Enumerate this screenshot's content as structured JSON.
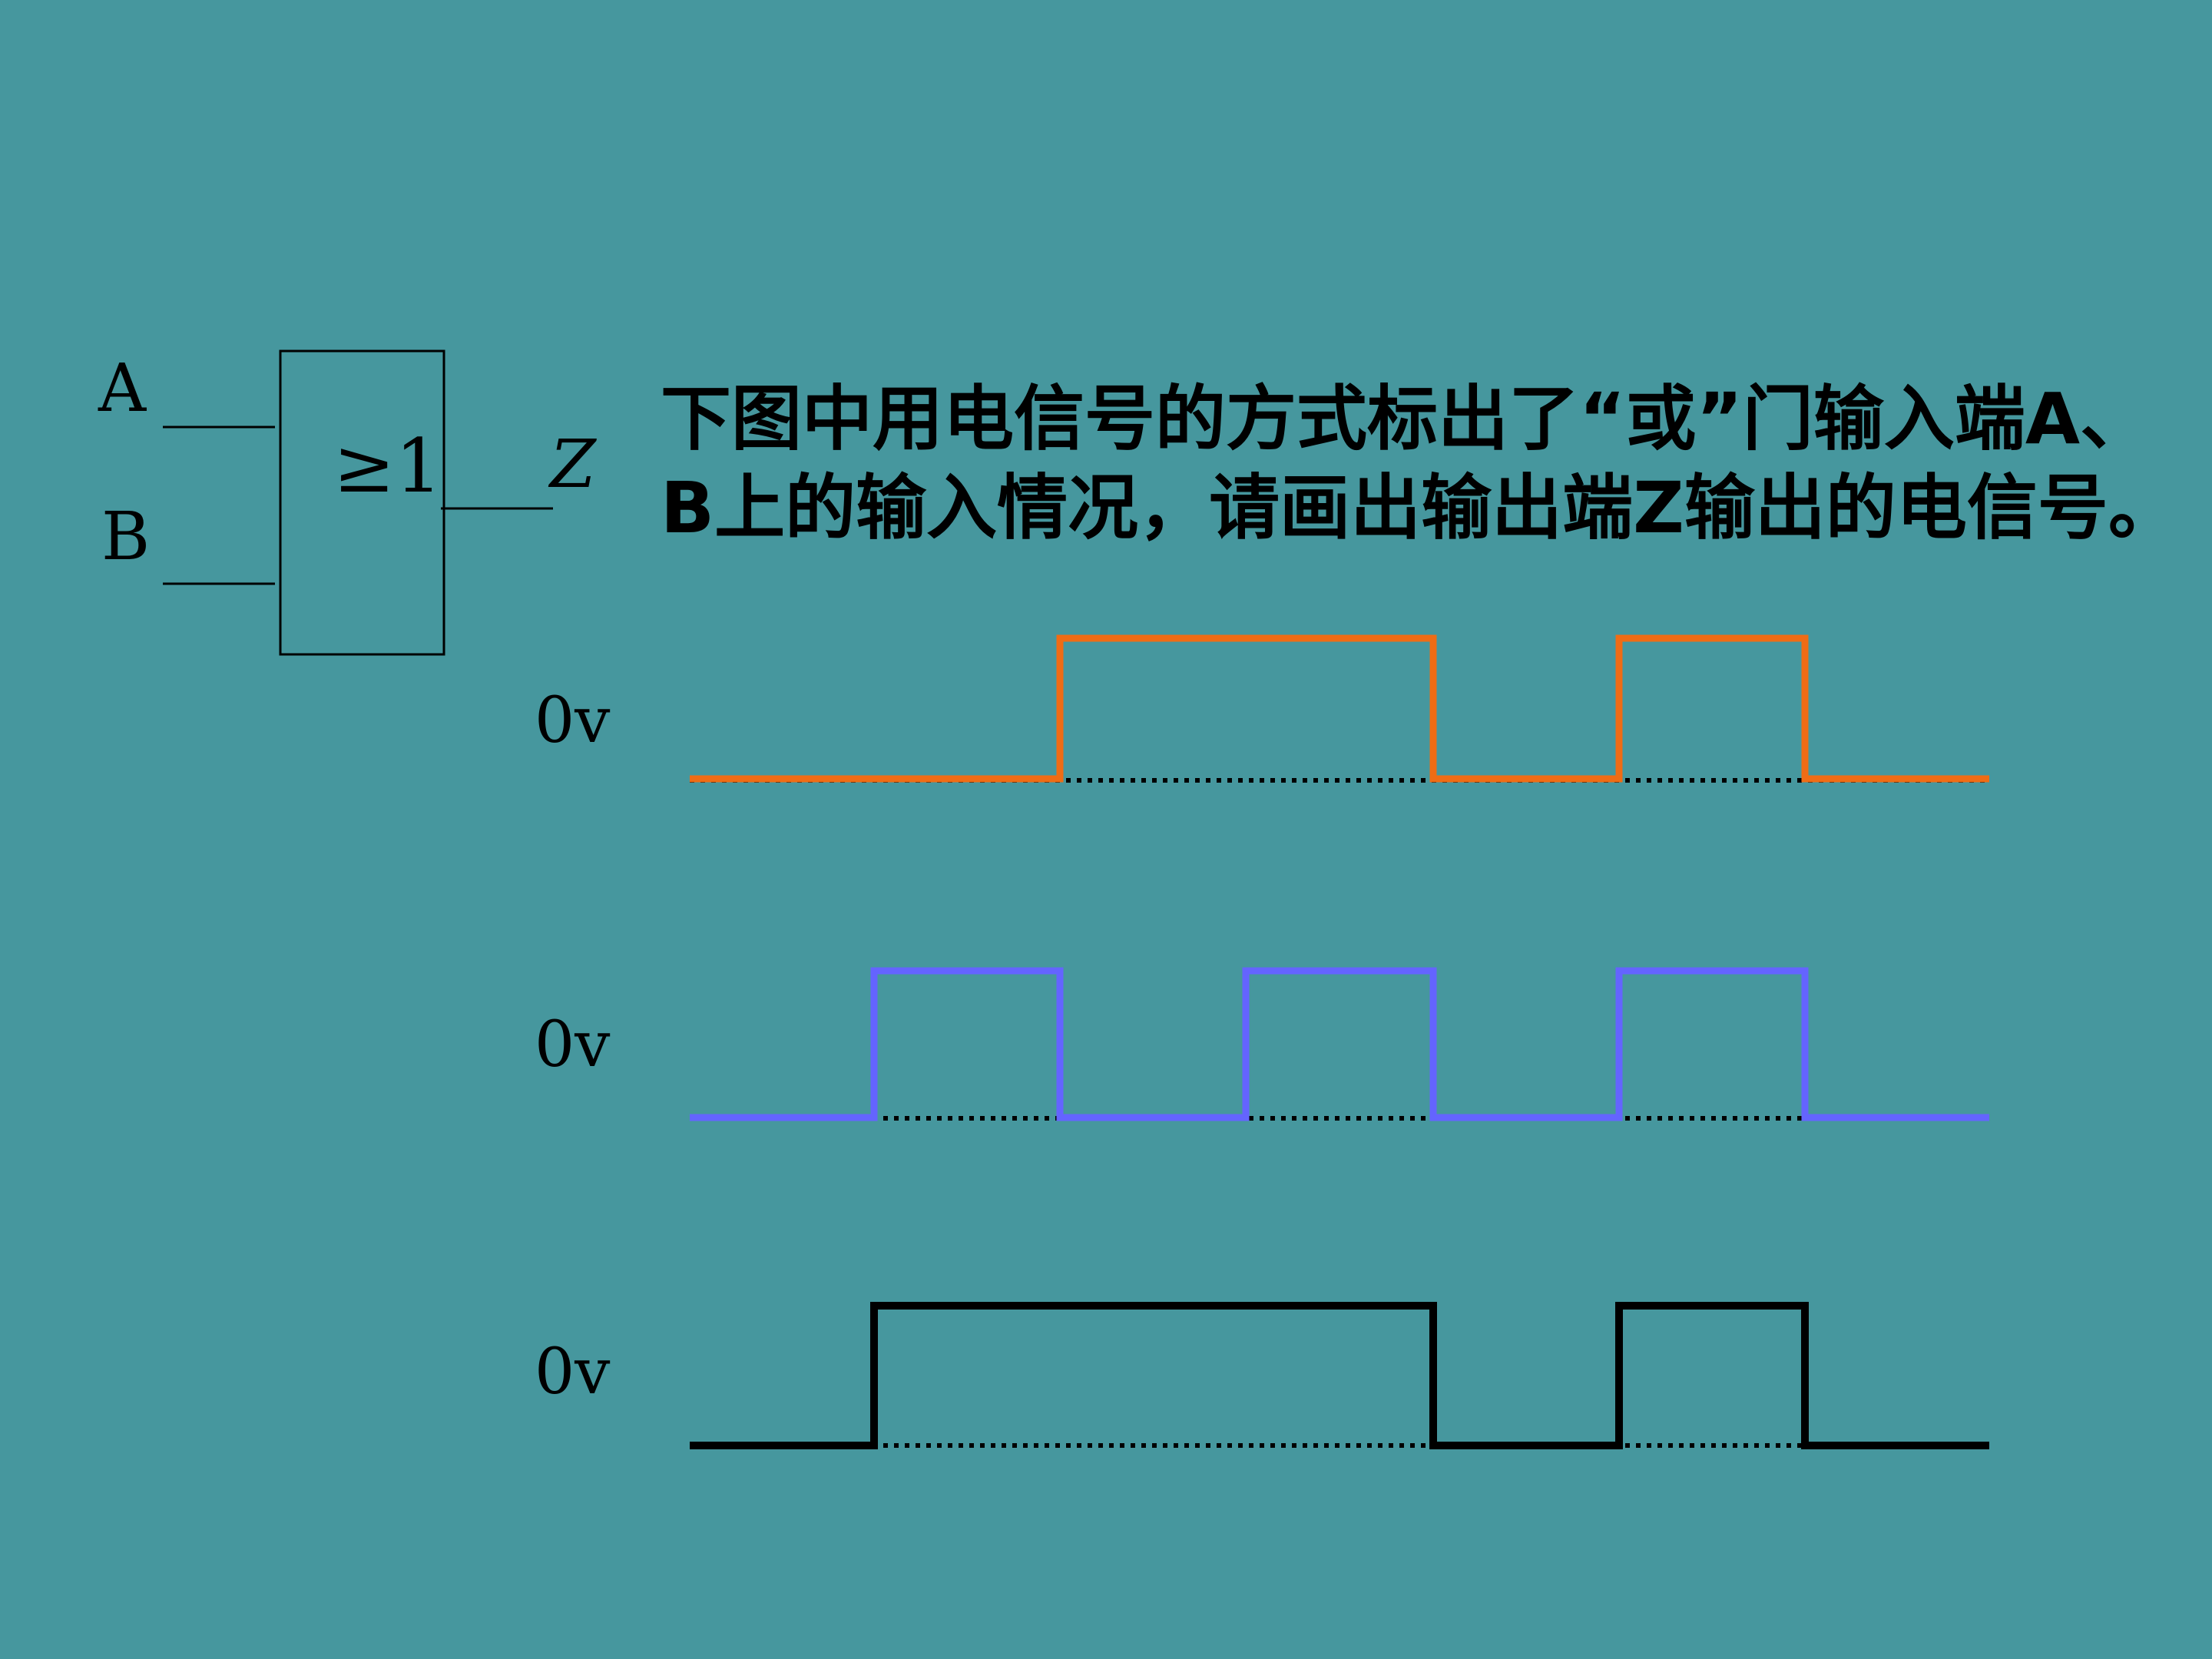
{
  "question": {
    "line1": "下图中用电信号的方式标出了“或”门输入端A、",
    "line2": "B上的输入情况，请画出输出端Z输出的电信号。"
  },
  "gate": {
    "input_a_label": "A",
    "input_b_label": "B",
    "output_label": "Z",
    "symbol": "≥1"
  },
  "waveforms": {
    "baseline_label": "0v",
    "time_points": [
      0,
      1,
      2,
      3,
      4,
      5,
      6,
      7
    ],
    "signals": [
      {
        "role": "A",
        "color": "#ef6c15",
        "levels": [
          0,
          0,
          1,
          1,
          0,
          1,
          0
        ]
      },
      {
        "role": "B",
        "color": "#6464ff",
        "levels": [
          0,
          1,
          0,
          1,
          0,
          1,
          0
        ]
      },
      {
        "role": "Z",
        "color": "#000000",
        "levels": [
          0,
          1,
          1,
          1,
          0,
          1,
          0
        ]
      }
    ]
  }
}
